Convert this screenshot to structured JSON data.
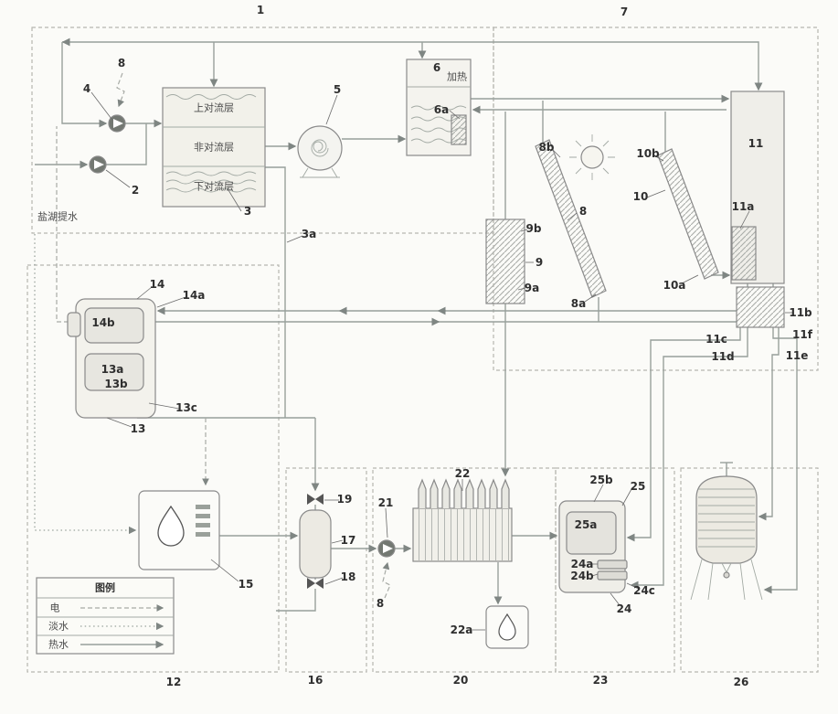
{
  "labels": {
    "n1": "1",
    "n2": "2",
    "n3": "3",
    "n3a": "3a",
    "n4": "4",
    "n5": "5",
    "n6": "6",
    "n6a": "6a",
    "n7": "7",
    "n8_1": "8",
    "n8_2": "8",
    "n8_3": "8",
    "n8a": "8a",
    "n8b": "8b",
    "n9": "9",
    "n9a": "9a",
    "n9b": "9b",
    "n10": "10",
    "n10a": "10a",
    "n10b": "10b",
    "n11": "11",
    "n11a": "11a",
    "n11b": "11b",
    "n11c": "11c",
    "n11d": "11d",
    "n11e": "11e",
    "n11f": "11f",
    "n12": "12",
    "n13": "13",
    "n13a": "13a",
    "n13b": "13b",
    "n13c": "13c",
    "n14": "14",
    "n14a": "14a",
    "n14b": "14b",
    "n15": "15",
    "n16": "16",
    "n17": "17",
    "n18": "18",
    "n19": "19",
    "n20": "20",
    "n21": "21",
    "n22": "22",
    "n22a": "22a",
    "n23": "23",
    "n24": "24",
    "n24a": "24a",
    "n24b": "24b",
    "n24c": "24c",
    "n25": "25",
    "n25a": "25a",
    "n25b": "25b",
    "n26": "26"
  },
  "texts": {
    "salt_lake_intake": "盐湖提水",
    "heater_label": "加热",
    "pond_layers": [
      "上对流层",
      "非对流层",
      "下对流层"
    ],
    "legend": {
      "title": "图例",
      "rows": [
        {
          "label": "电",
          "style": "dashed"
        },
        {
          "label": "淡水",
          "style": "dotted"
        },
        {
          "label": "热水",
          "style": "solid"
        }
      ]
    }
  },
  "colors": {
    "line": "#98a09b",
    "border_dashed": "#b6b6b0",
    "component_fill": "#eeede7",
    "label_text": "#2f2f2f",
    "background": "#fbfbf8"
  }
}
